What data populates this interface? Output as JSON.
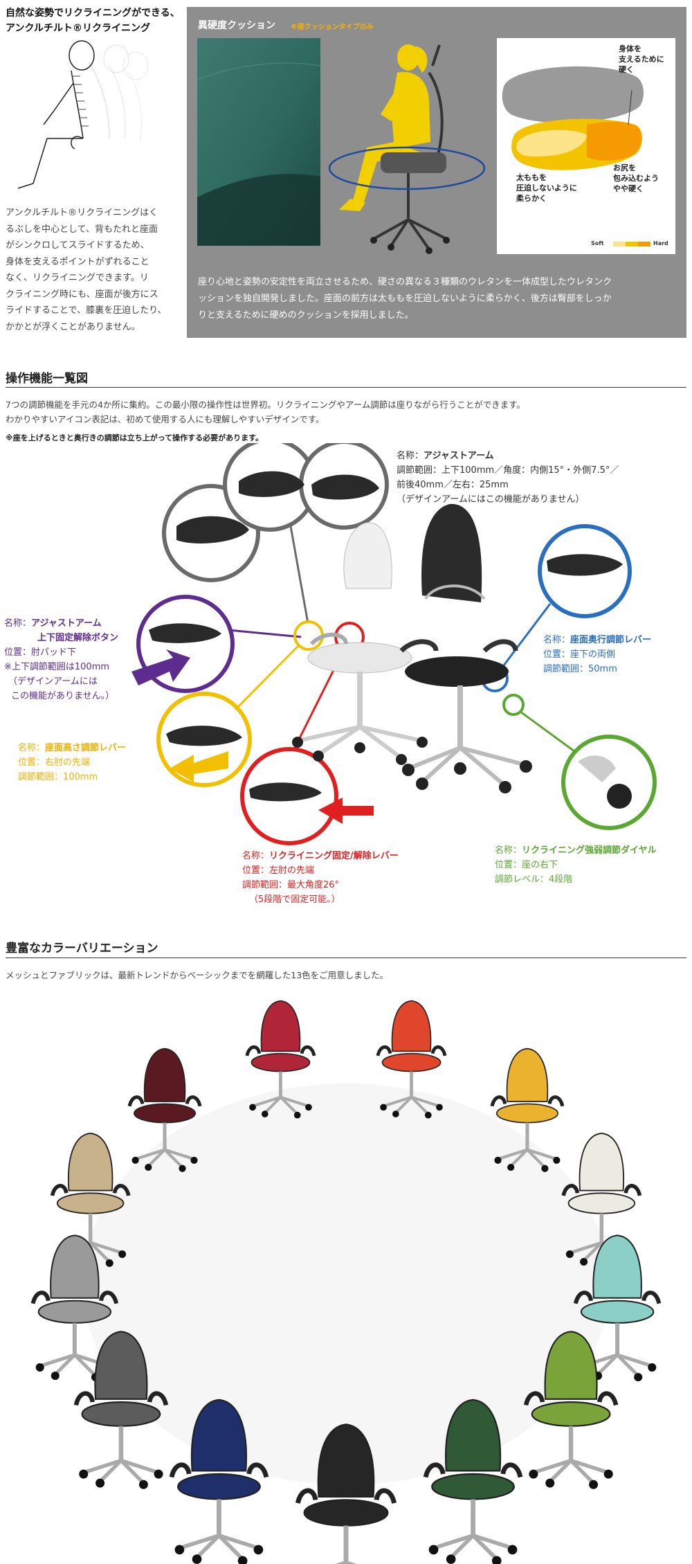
{
  "recline": {
    "title_line1": "自然な姿勢でリクライニングができる、",
    "title_line2": "アンクルチルト®リクライニング",
    "desc_lines": [
      "アンクルチルト®リクライニングはく",
      "るぶしを中心として、背もたれと座面",
      "がシンクロしてスライドするため、",
      "身体を支えるポイントがずれること",
      "なく、リクライニングできます。リ",
      "クライニング時にも、座面が後方にス",
      "ライドすることで、膝裏を圧迫したり、",
      "かかとが浮くことがありません。"
    ]
  },
  "cushion": {
    "heading": "異硬度クッション",
    "note": "※座クッションタイプのみ",
    "labels": {
      "hard": [
        "身体を",
        "支えるために",
        "硬く"
      ],
      "soft": [
        "太ももを",
        "圧迫しないように",
        "柔らかく"
      ],
      "mid": [
        "お尻を",
        "包み込むよう",
        "やや硬く"
      ]
    },
    "legend_soft": "Soft",
    "legend_hard": "Hard",
    "desc_lines": [
      "座り心地と姿勢の安定性を両立させるため、硬さの異なる３種類のウレタンを一体成型したウレタンク",
      "ッションを独自開発しました。座面の前方は太ももを圧迫しないように柔らかく、後方は臀部をしっか",
      "りと支えるために硬めのクッションを採用しました。"
    ]
  },
  "operation": {
    "heading": "操作機能一覧図",
    "intro_line1": "7つの調節機能を手元の4か所に集約。この最小限の操作性は世界初。リクライニングやアーム調節は座りながら行うことができます。",
    "intro_line2": "わかりやすいアイコン表記は、初めて使用する人にも理解しやすいデザインです。",
    "note": "※座を上げるときと奥行きの調節は立ち上がって操作する必要があります。",
    "callouts": {
      "arm": {
        "name_key": "名称：",
        "name": "アジャストアーム",
        "lines": [
          "調節範囲：上下100mm／角度：内側15°・外側7.5°／",
          "前後40mm／左右：25mm",
          "（デザインアームにはこの機能がありません）"
        ]
      },
      "arm_lock": {
        "name_key": "名称：",
        "name1": "アジャストアーム",
        "name2": "上下固定解除ボタン",
        "lines": [
          "位置：肘パッド下",
          "※上下調節範囲は100mm",
          "（デザインアームには",
          "この機能がありません。）"
        ]
      },
      "seat_height": {
        "name_key": "名称：",
        "name": "座面高さ調節レバー",
        "lines": [
          "位置：右肘の先端",
          "調節範囲：100mm"
        ]
      },
      "recline_lock": {
        "name_key": "名称：",
        "name": "リクライニング固定/解除レバー",
        "lines": [
          "位置：左肘の先端",
          "調節範囲：最大角度26°",
          "（5段階で固定可能。）"
        ]
      },
      "seat_depth": {
        "name_key": "名称：",
        "name": "座面奥行調節レバー",
        "lines": [
          "位置：座下の両側",
          "調節範囲：50mm"
        ]
      },
      "recline_tension": {
        "name_key": "名称：",
        "name": "リクライニング強弱調節ダイヤル",
        "lines": [
          "位置：座の右下",
          "調節レベル：4段階"
        ]
      }
    }
  },
  "colors": {
    "heading": "豊富なカラーバリエーション",
    "intro": "メッシュとファブリックは、最新トレンドからベーシックまでを網羅した13色をご用意しました。",
    "chair_colors": [
      "#262626",
      "#1f2f6b",
      "#5c5c5c",
      "#9a9a9a",
      "#c8b28c",
      "#5b1a22",
      "#b02638",
      "#e0462b",
      "#eab22e",
      "#ecebe2",
      "#8ccfc7",
      "#7aa43a",
      "#2f5a35"
    ]
  },
  "palette": {
    "purple": "#5c2d8f",
    "yellow": "#f2c000",
    "red": "#e02020",
    "blue": "#2a6ec0",
    "green": "#5aa832",
    "gray": "#8e8e8e"
  }
}
